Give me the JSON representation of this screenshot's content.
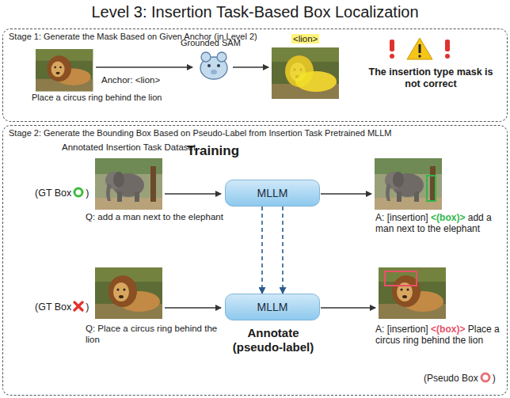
{
  "diagram": {
    "title": "Level 3: Insertion Task-Based Box Localization",
    "nodes": [
      {
        "text": [
          "Stage 1: Generate the Mask Based on Given Anchor (in Level 2)"
        ]
      },
      {
        "text": [
          "Stage 2: Generate the Bounding Box Based on Pseudo-Label from Insertion Task Pretrained MLLM"
        ]
      },
      {
        "text": [
          "MLLM"
        ],
        "in": 1
      },
      {
        "text": [
          "MLLM"
        ],
        "in": 1
      }
    ],
    "edges": [
      {
        "from": 2,
        "to": 3,
        "arrow": "to"
      },
      {
        "from": 2,
        "to": 3,
        "arrow": "to"
      }
    ],
    "labels": [
      "Place a circus ring behind the lion",
      "Anchor: <lion>",
      "Grounded SAM",
      "<lion>",
      "The insertion type mask is not correct",
      "Annotated Insertion Task Dataset",
      "Training",
      "(GT Box",
      ")",
      "Q: add a man next to the elephant",
      "A: [insertion]",
      "<(box)>",
      "add a man next to the elephant",
      "(GT Box",
      ")",
      "Q: Place a circus ring behind the lion",
      "Annotate (pseudo-label)",
      "A: [insertion]",
      "<(box)>",
      "Place a circus ring behind the lion",
      "(Pseudo Box",
      ")"
    ]
  }
}
